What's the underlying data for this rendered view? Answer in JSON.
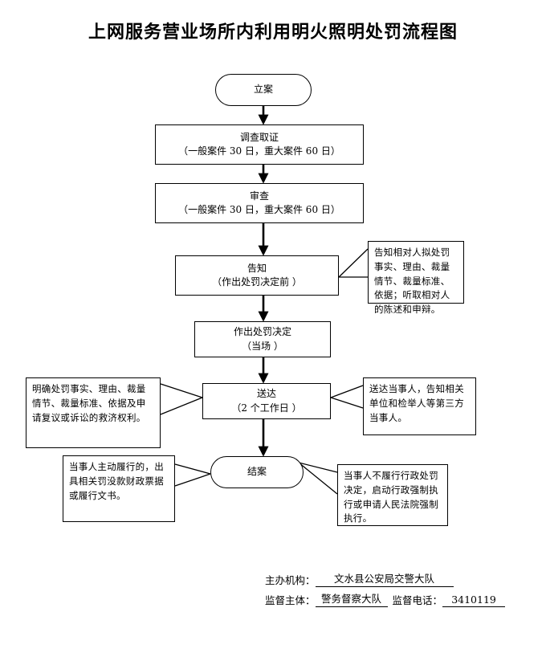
{
  "title": "上网服务营业场所内利用明火照明处罚处罚流程图",
  "title_text": "上网服务营业场所内利用明火照明处罚流程图",
  "nodes": {
    "start": {
      "line1": "立案",
      "line2": ""
    },
    "investigate": {
      "line1": "调查取证",
      "line2": "（一般案件 30 日，重大案件 60 日）"
    },
    "review": {
      "line1": "审查",
      "line2": "（一般案件 30 日，重大案件 60 日）"
    },
    "notify": {
      "line1": "告知",
      "line2": "（作出处罚决定前 ）"
    },
    "decision": {
      "line1": "作出处罚决定",
      "line2": "（当场 ）"
    },
    "deliver": {
      "line1": "送达",
      "line2": "（2 个工作日 ）"
    },
    "close": {
      "line1": "结案",
      "line2": ""
    }
  },
  "notes": {
    "notify_right": "告知相对人拟处罚事实、理由、裁量情节、裁量标准、依据；听取相对人的陈述和申辩。",
    "deliver_left": "明确处罚事实、理由、裁量情节、裁量标准、依据及申请复议或诉讼的救济权利。",
    "deliver_right": "送达当事人，告知相关单位和检举人等第三方当事人。",
    "close_left": "当事人主动履行的，出具相关罚没款财政票据或履行文书。",
    "close_right": "当事人不履行行政处罚决定，启动行政强制执行或申请人民法院强制执行。"
  },
  "footer": {
    "org_label": "主办机构：",
    "org_value": "文水县公安局交警大队",
    "supervisor_label": "监督主体：",
    "supervisor_value": "警务督察大队",
    "phone_label": "监督电话：",
    "phone_value": "3410119"
  },
  "colors": {
    "stroke": "#000000",
    "background": "#ffffff"
  }
}
